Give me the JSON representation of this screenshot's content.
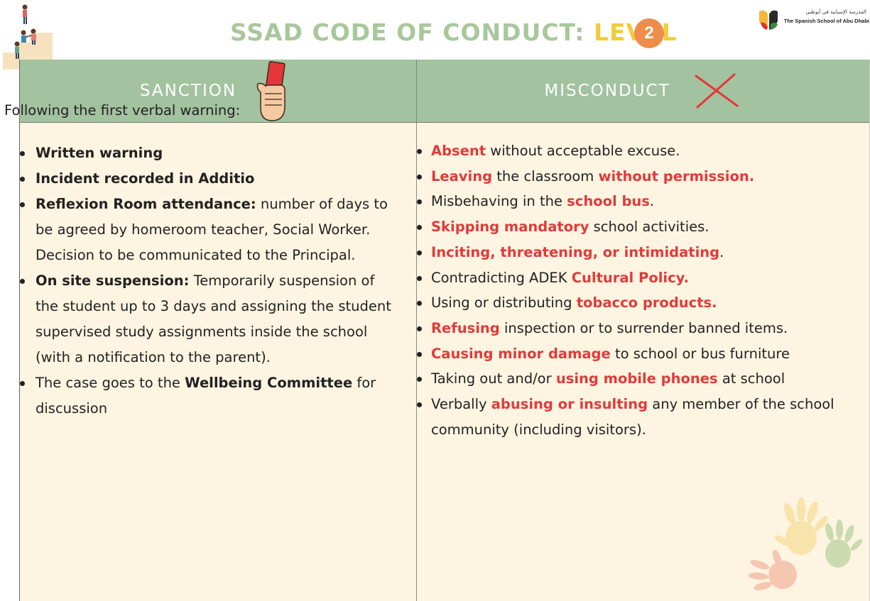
{
  "header": {
    "title_main": "SSAD CODE OF CONDUCT:",
    "title_level": "LEVEL",
    "level_number": "2",
    "school_name_ar": "المدرسة الإسبانية في أبوظبي",
    "school_name_en": "The Spanish School of Abu Dhabi"
  },
  "table": {
    "headers": {
      "sanction": "SANCTION",
      "misconduct": "MISCONDUCT"
    },
    "sanction": {
      "intro": "Following the first verbal warning:",
      "items": [
        {
          "bold": "Written warning"
        },
        {
          "bold": "Incident recorded in Additio"
        },
        {
          "bold": "Reflexion Room attendance:",
          "text": " number of days to be agreed by homeroom teacher, Social Worker. Decision to be communicated to the Principal."
        },
        {
          "bold": "On site suspension:",
          "text": " Temporarily suspension of the student up to 3 days and assigning the student supervised study assignments inside the school (with a notification to the parent)."
        },
        {
          "pre": "The case goes to the ",
          "bold": "Wellbeing Committee",
          "post": " for discussion"
        }
      ]
    },
    "misconduct": {
      "items": [
        {
          "h1": "Absent",
          "t1": " without acceptable excuse."
        },
        {
          "h1": "Leaving",
          "t1": " the classroom ",
          "h2": "without permission."
        },
        {
          "t0": "Misbehaving in the ",
          "h1": "school bus",
          "t1": "."
        },
        {
          "h1": "Skipping mandatory",
          "t1": " school activities."
        },
        {
          "h1": "Inciting, threatening, or intimidating",
          "t1": "."
        },
        {
          "t0": "Contradicting ADEK ",
          "h1": "Cultural Policy."
        },
        {
          "t0": "Using or distributing ",
          "h1": "tobacco products."
        },
        {
          "h1": "Refusing",
          "t1": " inspection or to surrender banned items."
        },
        {
          "h1": "Causing minor damage",
          "t1": " to school or bus furniture"
        },
        {
          "t0": "Taking out and/or ",
          "h1": "using mobile phones",
          "t1": " at school"
        },
        {
          "t0": "Verbally ",
          "h1": "abusing or insulting",
          "t1": " any member of the school community (including visitors)."
        }
      ]
    }
  },
  "colors": {
    "header_green": "#a3c29f",
    "body_cream": "#fdf4e1",
    "highlight_red": "#e03b3b",
    "title_green": "#a8c89b",
    "title_yellow": "#f2cc3d",
    "badge_orange": "#ef8d4b"
  },
  "icons": [
    "people-climbing-stairs-icon",
    "school-logo-icon",
    "hand-red-card-icon",
    "red-x-icon",
    "handprints-icon"
  ]
}
